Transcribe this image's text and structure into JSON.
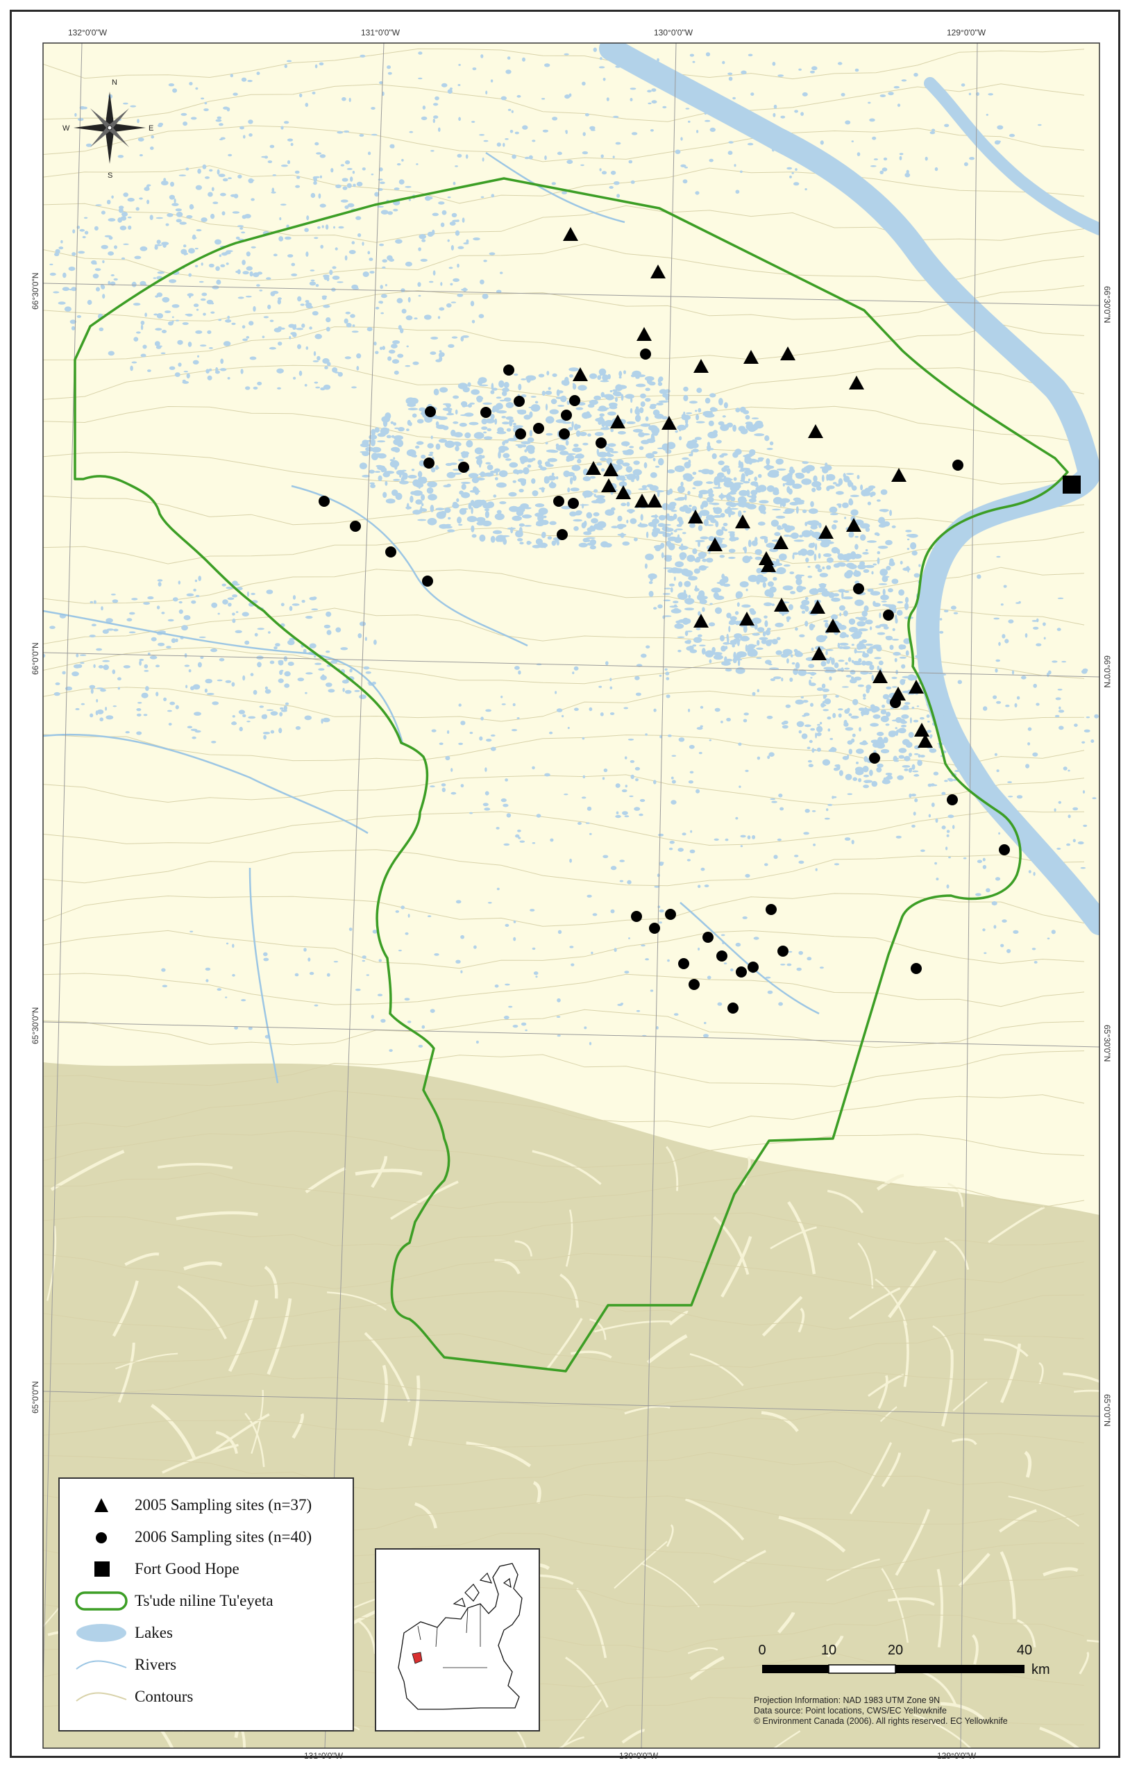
{
  "map": {
    "graticule": {
      "top_labels": [
        "132°0'0\"W",
        "131°0'0\"W",
        "130°0'0\"W",
        "129°0'0\"W"
      ],
      "bottom_labels": [
        "131°0'0\"W",
        "130°0'0\"W",
        "129°0'0\"W"
      ],
      "left_labels": [
        "66°30'0\"N",
        "66°0'0\"N",
        "65°30'0\"N",
        "65°0'0\"N"
      ],
      "right_labels": [
        "66°30'0\"N",
        "66°0'0\"N",
        "65°30'0\"N",
        "65°0'0\"N"
      ]
    },
    "north_arrow": {
      "n": "N",
      "s": "S",
      "e": "E",
      "w": "W"
    },
    "colors": {
      "land": "#fdfbe2",
      "mountains": "#dcd9b2",
      "water": "#b2d2e9",
      "boundary": "#3c9e25",
      "contour": "#d8d2a9",
      "symbol": "#000000"
    },
    "sites_2005_count": 37,
    "sites_2006_count": 40
  },
  "legend": {
    "items": [
      {
        "symbol": "triangle",
        "label": "2005 Sampling sites (n=37)"
      },
      {
        "symbol": "circle",
        "label": "2006 Sampling sites (n=40)"
      },
      {
        "symbol": "square",
        "label": "Fort Good Hope"
      },
      {
        "symbol": "boundary",
        "label": "Ts'ude niline Tu'eyeta"
      },
      {
        "symbol": "lake",
        "label": "Lakes"
      },
      {
        "symbol": "river",
        "label": "Rivers"
      },
      {
        "symbol": "contour",
        "label": "Contours"
      }
    ]
  },
  "scale_bar": {
    "ticks": [
      "0",
      "10",
      "20",
      "40"
    ],
    "unit": "km"
  },
  "credits": {
    "projection": "Projection Information: NAD 1983 UTM Zone 9N",
    "source": "Data source:  Point locations, CWS/EC Yellowknife",
    "copyright": "© Environment Canada (2006). All rights reserved.  EC Yellowknife"
  }
}
